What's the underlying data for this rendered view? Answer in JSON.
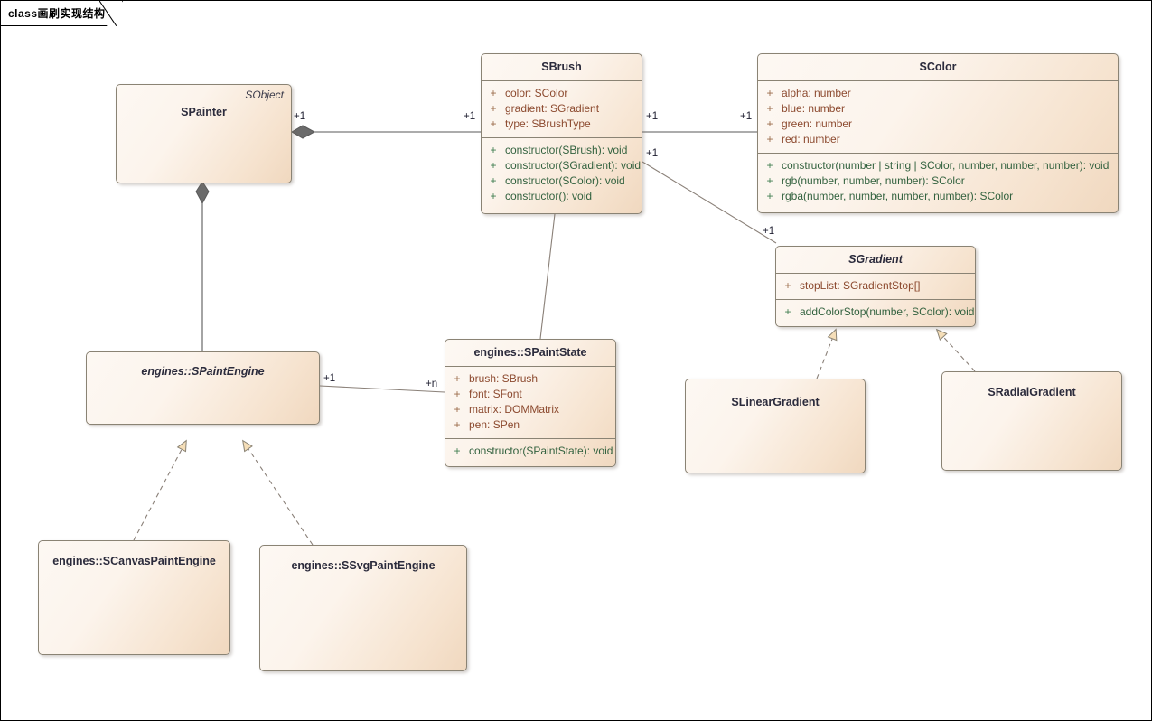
{
  "frame": {
    "keyword": "class",
    "title": "画刷实现结构",
    "label": "class画刷实现结构"
  },
  "colors": {
    "box_fill_light": "#fdf8f3",
    "box_fill_dark": "#f0d8bf",
    "box_border": "#8a8374",
    "attribute_text": "#8c4a2f",
    "operation_text": "#33623f",
    "title_text": "#2b2b3c",
    "connector": "#5a5a5a",
    "triangle_fill": "#f5deb8"
  },
  "classes": {
    "spainter": {
      "name": "SPainter",
      "stereotype": "SObject",
      "abstract": false,
      "attributes": [],
      "operations": []
    },
    "sbrush": {
      "name": "SBrush",
      "abstract": false,
      "attributes": [
        {
          "vis": "+",
          "text": "color: SColor"
        },
        {
          "vis": "+",
          "text": "gradient: SGradient"
        },
        {
          "vis": "+",
          "text": "type: SBrushType"
        }
      ],
      "operations": [
        {
          "vis": "+",
          "text": "constructor(SBrush): void"
        },
        {
          "vis": "+",
          "text": "constructor(SGradient): void"
        },
        {
          "vis": "+",
          "text": "constructor(SColor): void"
        },
        {
          "vis": "+",
          "text": "constructor(): void"
        }
      ]
    },
    "scolor": {
      "name": "SColor",
      "abstract": false,
      "attributes": [
        {
          "vis": "+",
          "text": "alpha: number"
        },
        {
          "vis": "+",
          "text": "blue: number"
        },
        {
          "vis": "+",
          "text": "green: number"
        },
        {
          "vis": "+",
          "text": "red: number"
        }
      ],
      "operations": [
        {
          "vis": "+",
          "text": "constructor(number | string | SColor, number, number, number): void"
        },
        {
          "vis": "+",
          "text": "rgb(number, number, number): SColor"
        },
        {
          "vis": "+",
          "text": "rgba(number, number, number, number): SColor"
        }
      ]
    },
    "sgradient": {
      "name": "SGradient",
      "abstract": true,
      "attributes": [
        {
          "vis": "+",
          "text": "stopList: SGradientStop[]"
        }
      ],
      "operations": [
        {
          "vis": "+",
          "text": "addColorStop(number, SColor): void"
        }
      ]
    },
    "slineargradient": {
      "name": "SLinearGradient",
      "abstract": false,
      "attributes": [],
      "operations": []
    },
    "sradialgradient": {
      "name": "SRadialGradient",
      "abstract": false,
      "attributes": [],
      "operations": []
    },
    "spaintstate": {
      "name": "engines::SPaintState",
      "abstract": false,
      "attributes": [
        {
          "vis": "+",
          "text": "brush: SBrush"
        },
        {
          "vis": "+",
          "text": "font: SFont"
        },
        {
          "vis": "+",
          "text": "matrix: DOMMatrix"
        },
        {
          "vis": "+",
          "text": "pen: SPen"
        }
      ],
      "operations": [
        {
          "vis": "+",
          "text": "constructor(SPaintState): void"
        }
      ]
    },
    "spaintengine": {
      "name": "engines::SPaintEngine",
      "abstract": true,
      "attributes": [],
      "operations": []
    },
    "scanvaspaintengine": {
      "name": "engines::SCanvasPaintEngine",
      "abstract": false,
      "attributes": [],
      "operations": []
    },
    "ssvgpaintengine": {
      "name": "engines::SSvgPaintEngine",
      "abstract": false,
      "attributes": [],
      "operations": []
    }
  },
  "multiplicities": {
    "painter_brush_left": "+1",
    "painter_brush_right": "+1",
    "brush_color_left": "+1",
    "brush_color_right": "+1",
    "brush_gradient_top": "+1",
    "brush_gradient_bottom": "+1",
    "engine_state_left": "+1",
    "engine_state_right": "+n"
  },
  "relations": [
    {
      "name": "spainter-sbrush",
      "kind": "composition",
      "from": "SPainter",
      "to": "SBrush"
    },
    {
      "name": "sbrush-scolor",
      "kind": "association",
      "from": "SBrush",
      "to": "SColor"
    },
    {
      "name": "sbrush-sgradient",
      "kind": "association",
      "from": "SBrush",
      "to": "SGradient"
    },
    {
      "name": "sbrush-spaintstate",
      "kind": "association",
      "from": "SBrush",
      "to": "engines::SPaintState"
    },
    {
      "name": "spainter-spaintengine",
      "kind": "composition",
      "from": "SPainter",
      "to": "engines::SPaintEngine"
    },
    {
      "name": "spaintengine-spaintstate",
      "kind": "association",
      "from": "engines::SPaintEngine",
      "to": "engines::SPaintState"
    },
    {
      "name": "scanvaspaintengine-spaintengine",
      "kind": "realization",
      "from": "engines::SCanvasPaintEngine",
      "to": "engines::SPaintEngine"
    },
    {
      "name": "ssvgpaintengine-spaintengine",
      "kind": "realization",
      "from": "engines::SSvgPaintEngine",
      "to": "engines::SPaintEngine"
    },
    {
      "name": "slineargradient-sgradient",
      "kind": "realization",
      "from": "SLinearGradient",
      "to": "SGradient"
    },
    {
      "name": "sradialgradient-sgradient",
      "kind": "realization",
      "from": "SRadialGradient",
      "to": "SGradient"
    }
  ]
}
